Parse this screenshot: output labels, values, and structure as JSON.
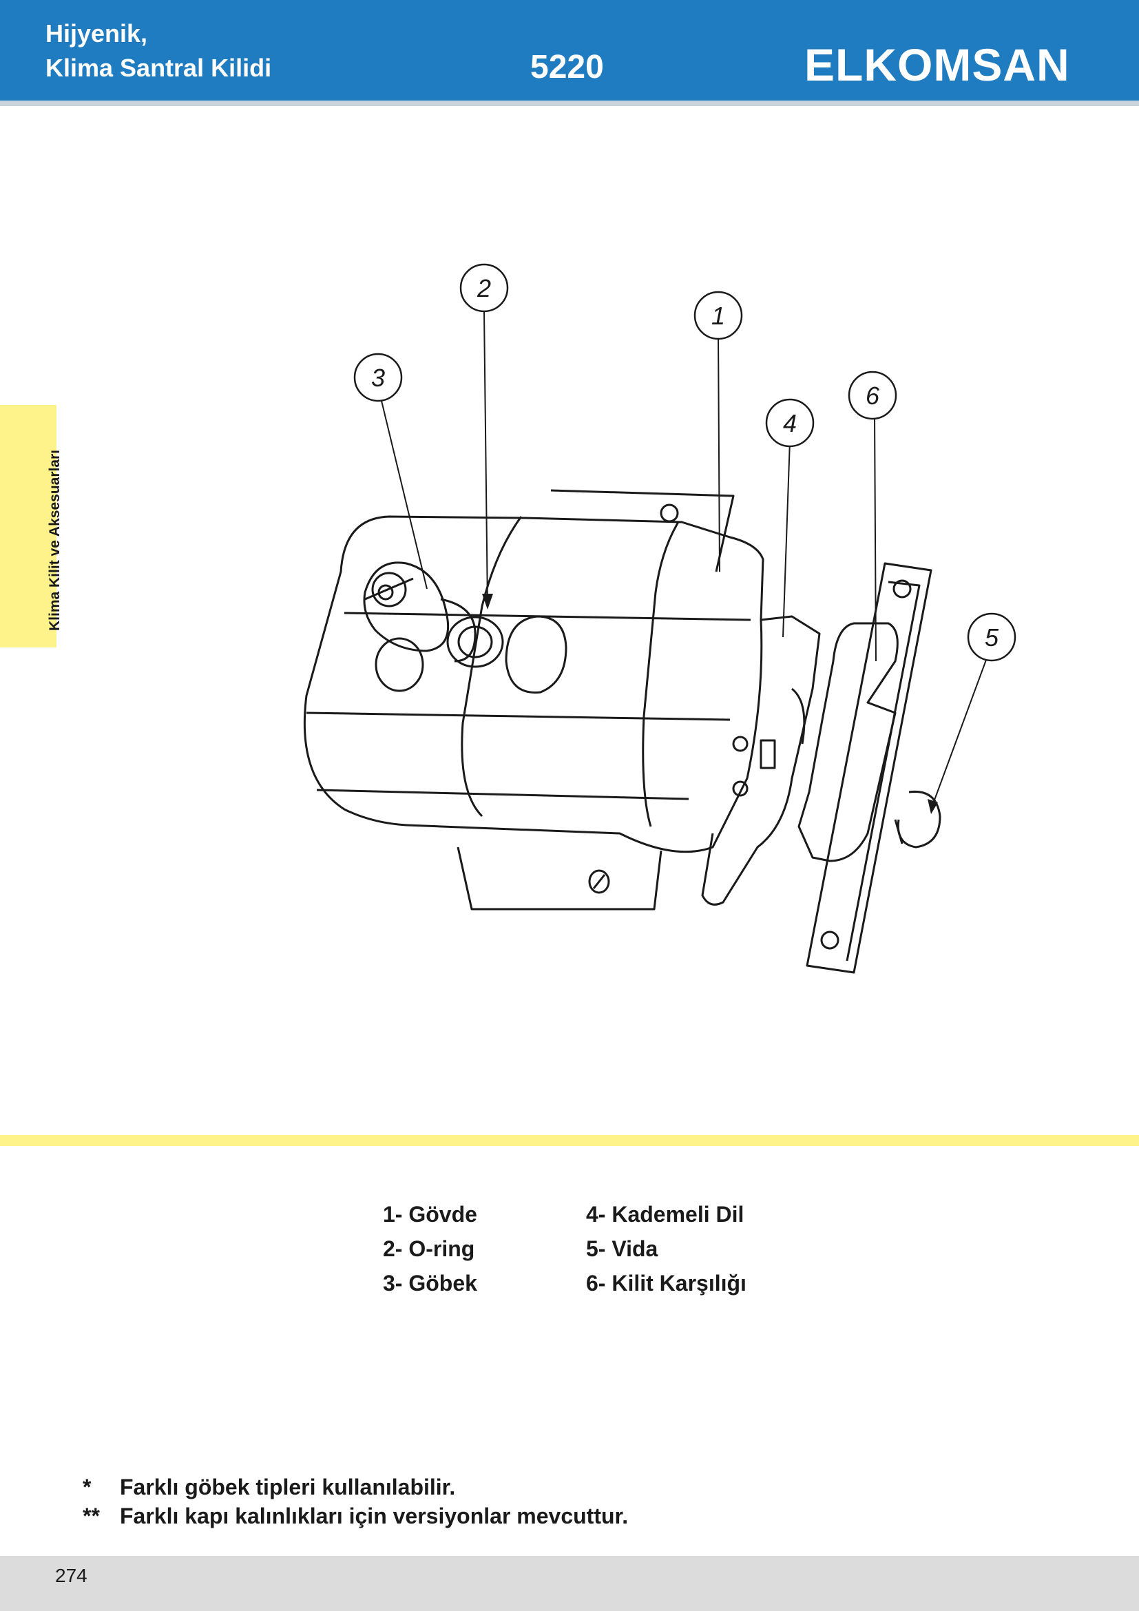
{
  "header": {
    "title_line1": "Hijyenik,",
    "title_line2": "Klima Santral Kilidi",
    "code": "5220",
    "brand": "ELKOMSAN",
    "bg_color": "#1f7cc1"
  },
  "side_tab": {
    "label": "Klima Kilit ve Aksesuarları",
    "color": "#fef38a"
  },
  "callouts": [
    "1",
    "2",
    "3",
    "4",
    "5",
    "6"
  ],
  "legend": {
    "left": [
      "1- Gövde",
      "2- O-ring",
      "3- Göbek"
    ],
    "right": [
      "4- Kademeli Dil",
      "5- Vida",
      "6- Kilit Karşılığı"
    ]
  },
  "notes": [
    {
      "marker": "*",
      "text": "Farklı göbek tipleri kullanılabilir."
    },
    {
      "marker": "**",
      "text": "Farklı kapı kalınlıkları için versiyonlar mevcuttur."
    }
  ],
  "footer": {
    "page_number": "274"
  }
}
